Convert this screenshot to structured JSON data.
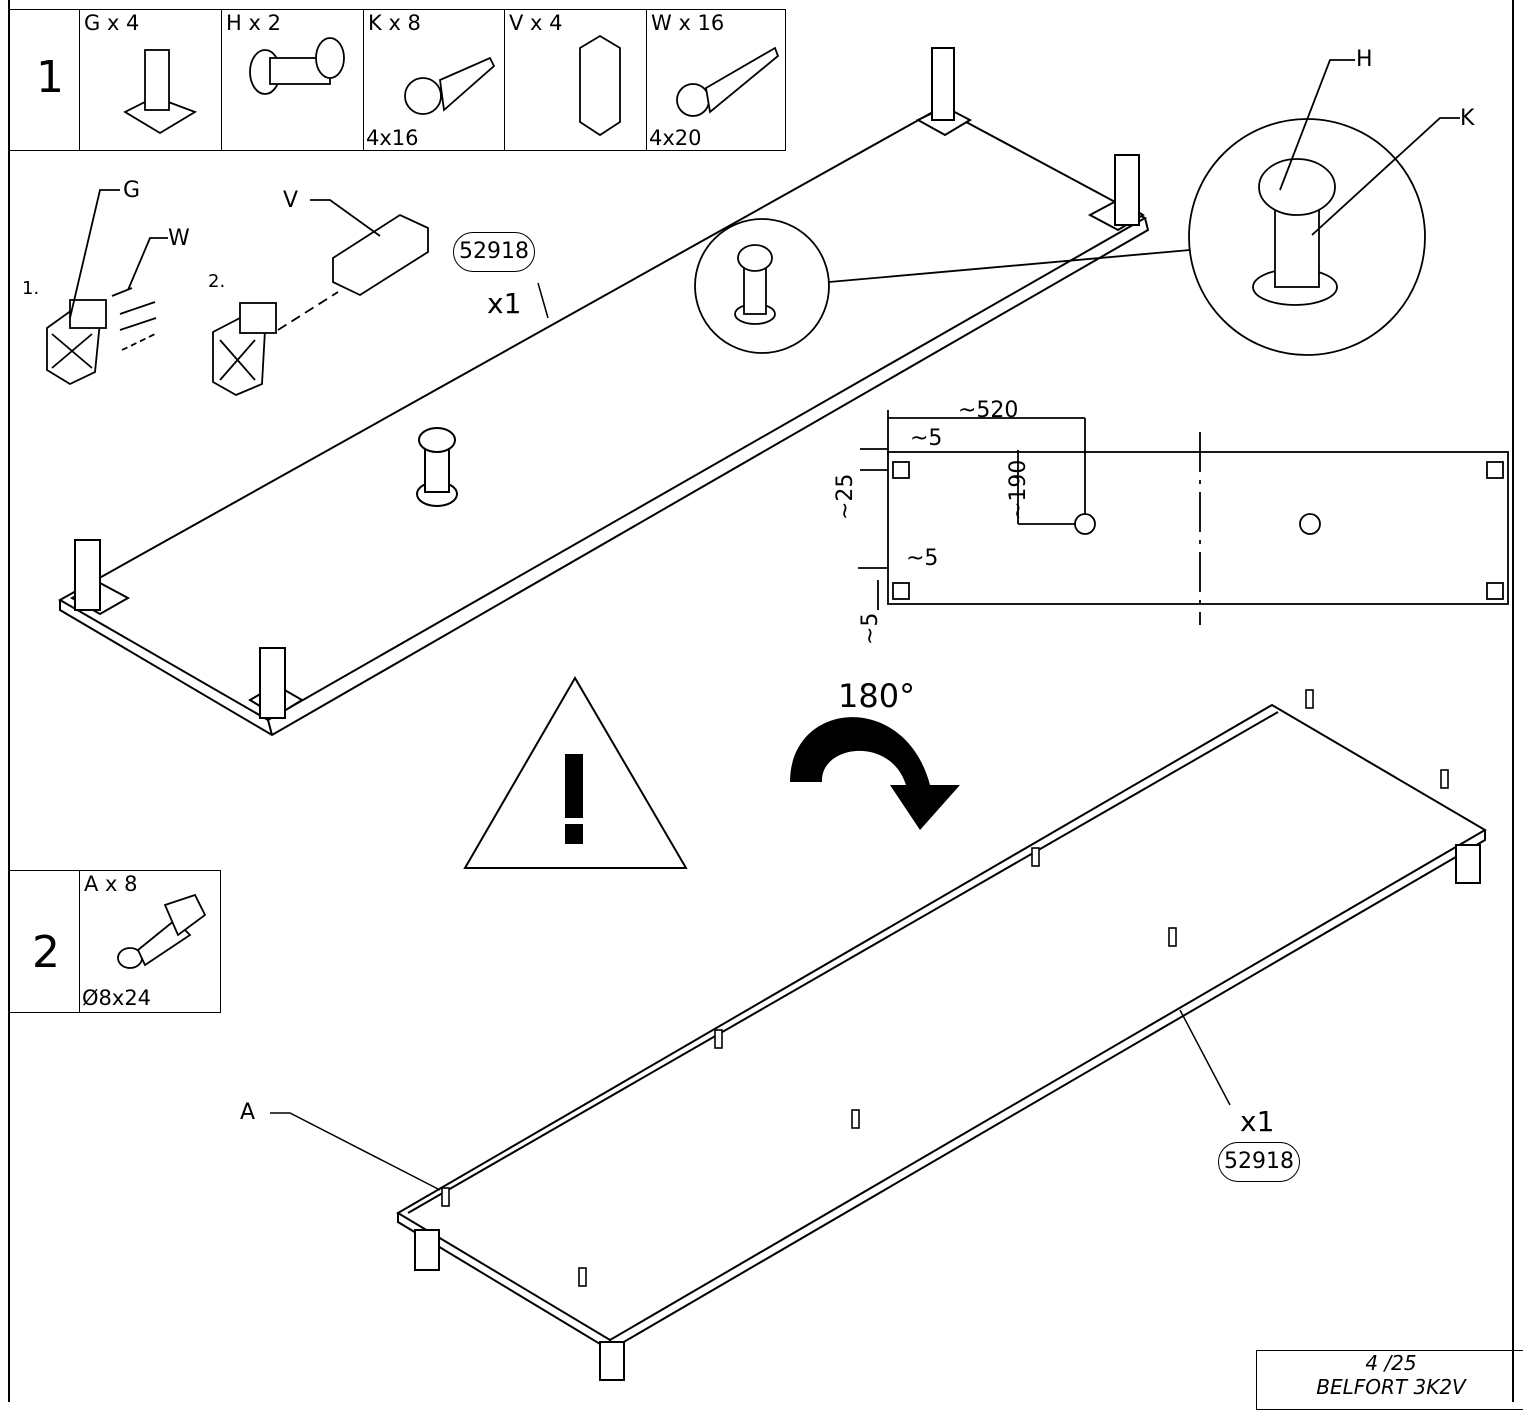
{
  "step1": {
    "number": "1",
    "parts": [
      {
        "qty": "G x 4",
        "size": ""
      },
      {
        "qty": "H x 2",
        "size": ""
      },
      {
        "qty": "K x 8",
        "size": "4x16"
      },
      {
        "qty": "V x 4",
        "size": ""
      },
      {
        "qty": "W x 16",
        "size": "4x20"
      }
    ]
  },
  "step2": {
    "number": "2",
    "part": {
      "qty": "A x 8",
      "size": "Ø8x24"
    }
  },
  "callouts": {
    "g": "G",
    "w": "W",
    "v": "V",
    "h": "H",
    "k": "K",
    "a": "A",
    "sub1": "1.",
    "sub2": "2."
  },
  "panel_top": {
    "code": "52918",
    "qty": "x1"
  },
  "panel_bottom": {
    "code": "52918",
    "qty": "x1"
  },
  "dimensions": {
    "d520": "~520",
    "d5a": "~5",
    "d25": "~25",
    "d190": "~190",
    "d5b": "~5",
    "d5c": "~5"
  },
  "rotation": "180°",
  "footer": {
    "page": "4 /25",
    "model": "BELFORT 3K2V"
  }
}
